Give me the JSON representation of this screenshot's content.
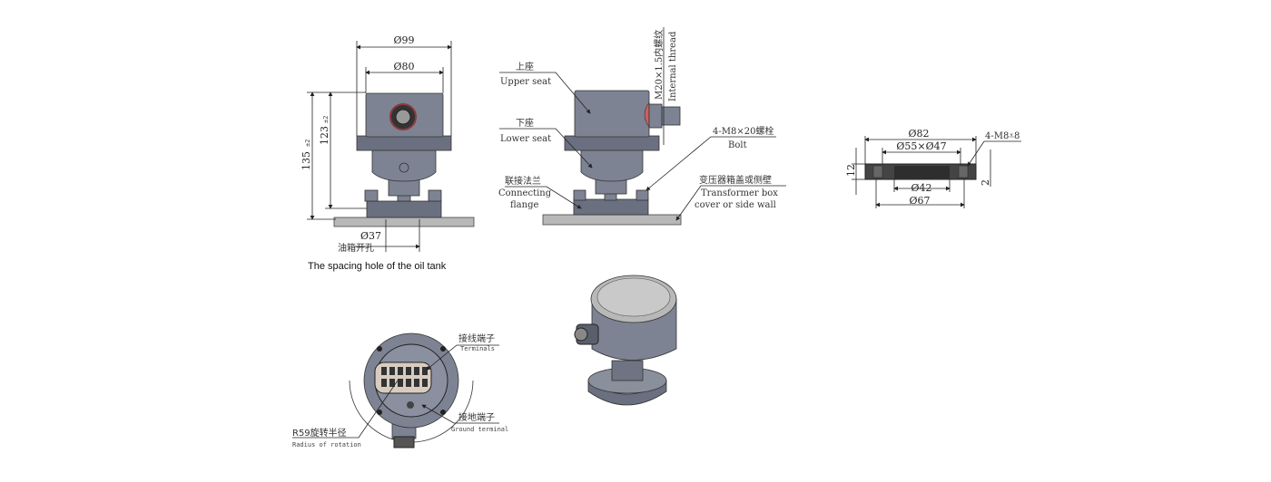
{
  "front_view": {
    "dim_outer": "Ø99",
    "dim_upper": "Ø80",
    "dim_height_total": "135",
    "dim_height_total_tol": "±2",
    "dim_height_body": "123",
    "dim_height_body_tol": "±2",
    "dim_hole": "Ø37",
    "dim_hole_cn": "油箱开孔",
    "caption": "The spacing hole of the oil tank"
  },
  "side_view": {
    "upper_seat_cn": "上座",
    "upper_seat_en": "Upper seat",
    "lower_seat_cn": "下座",
    "lower_seat_en": "Lower seat",
    "flange_cn": "联接法兰",
    "flange_en_1": "Connecting",
    "flange_en_2": "flange",
    "thread_cn": "M20×1.5内螺纹",
    "thread_en": "Internal thread",
    "bolt_cn": "4-M8×20螺栓",
    "bolt_en": "Bolt",
    "wall_cn": "变压器箱盖或侧壁",
    "wall_en_1": "Transformer box",
    "wall_en_2": "cover or side wall"
  },
  "flange_section": {
    "dim_outer": "Ø82",
    "dim_recess": "Ø55×Ø47",
    "dim_thickness": "12",
    "dim_holes": "4-M8⩡8",
    "dim_step": "2",
    "dim_inner": "Ø42",
    "dim_pcd": "Ø67"
  },
  "bottom_view": {
    "terminals_cn": "接线端子",
    "terminals_en": "Terminals",
    "ground_cn": "接地端子",
    "ground_en": "Ground terminal",
    "radius_cn": "R59旋转半径",
    "radius_en": "Radius of rotation"
  }
}
